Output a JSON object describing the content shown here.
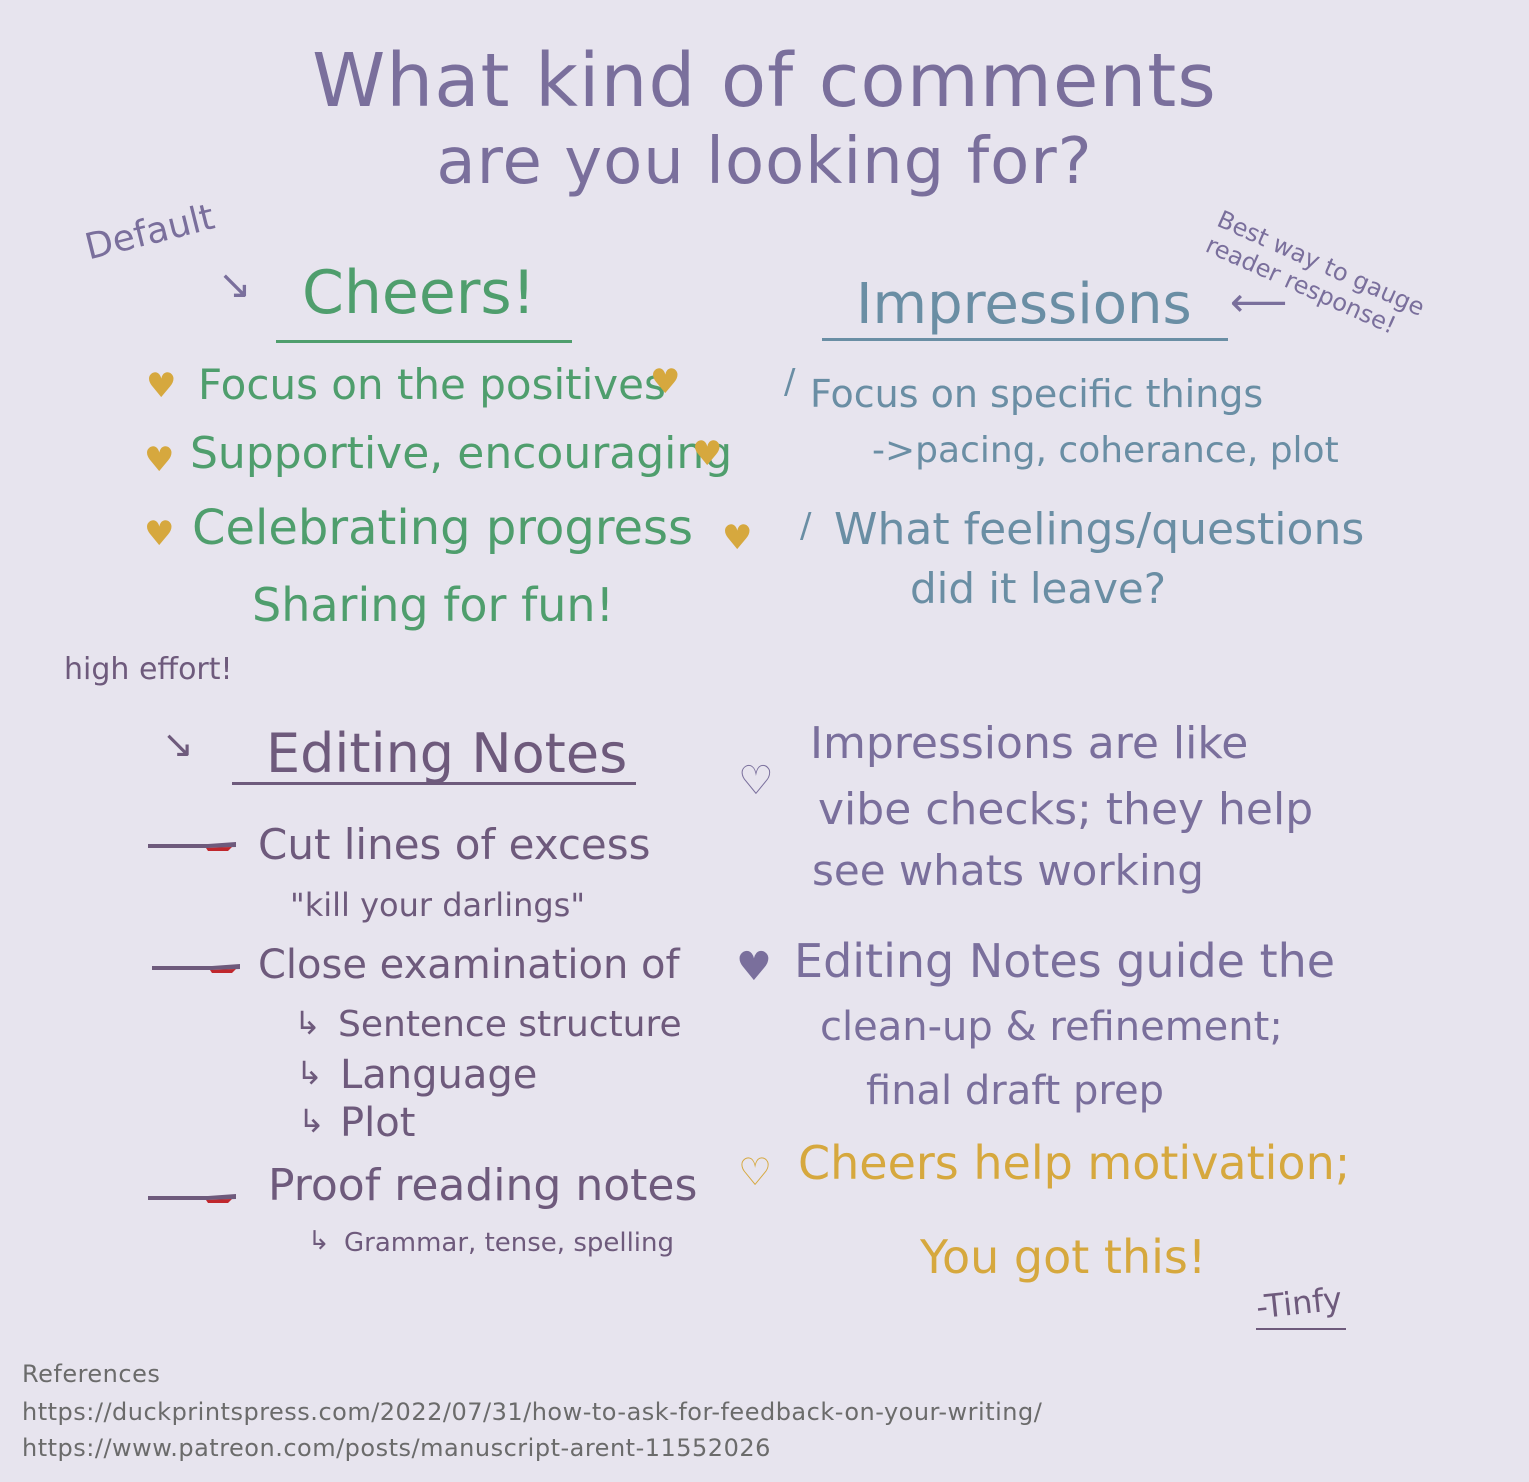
{
  "title_line1": "What kind of comments",
  "title_line2": "are you looking for?",
  "cheers": {
    "note": "Default",
    "heading": "Cheers!",
    "items": [
      "Focus on the positives",
      "Supportive, encouraging",
      "Celebrating progress",
      "Sharing for fun!"
    ]
  },
  "impressions": {
    "note": "Best way to gauge reader response!",
    "heading": "Impressions",
    "items": [
      "Focus on specific things",
      "->pacing, coherance, plot",
      "What feelings/questions",
      "did it leave?"
    ]
  },
  "editing": {
    "note": "high effort!",
    "heading": "Editing Notes",
    "items": [
      {
        "label": "Cut lines of excess",
        "sub": [
          "\"kill your darlings\""
        ]
      },
      {
        "label": "Close examination of",
        "sub": [
          "Sentence structure",
          "Language",
          "Plot"
        ]
      },
      {
        "label": "Proof reading notes",
        "sub": [
          "Grammar, tense, spelling"
        ]
      }
    ]
  },
  "summary": {
    "impressions": [
      "Impressions are like",
      "vibe checks; they help",
      "see whats working"
    ],
    "editing": [
      "Editing Notes guide the",
      "clean-up & refinement;",
      "final draft prep"
    ],
    "cheers": [
      "Cheers help motivation;",
      "You got this!"
    ]
  },
  "signature": "-Tinfy",
  "references": {
    "label": "References",
    "links": [
      "https://duckprintspress.com/2022/07/31/how-to-ask-for-feedback-on-your-writing/",
      "https://www.patreon.com/posts/manuscript-arent-11552026"
    ]
  },
  "colors": {
    "background": "#e7e4ee",
    "title": "#7a6f9c",
    "cheers": "#4f9e6d",
    "impressions": "#6a8ea4",
    "editing": "#6e5a7c",
    "heart": "#d6a83e",
    "pen_tip": "#c0272d"
  }
}
